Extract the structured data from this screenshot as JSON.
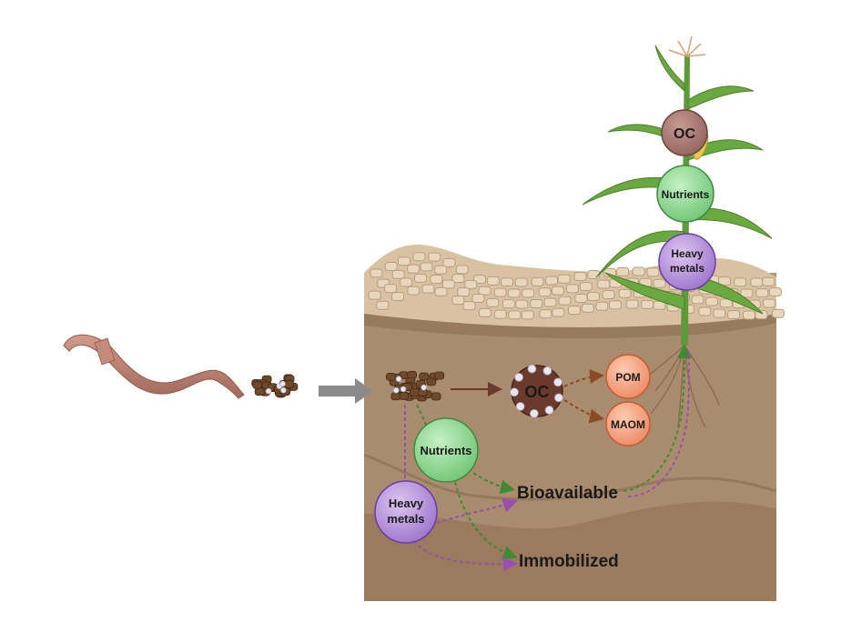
{
  "labels": {
    "plant_oc": "OC",
    "plant_nutrients": "Nutrients",
    "plant_heavy_line1": "Heavy",
    "plant_heavy_line2": "metals",
    "soil_oc": "OC",
    "pom": "POM",
    "maom": "MAOM",
    "soil_nutrients": "Nutrients",
    "soil_heavy_line1": "Heavy",
    "soil_heavy_line2": "metals",
    "bioavailable": "Bioavailable",
    "immobilized": "Immobilized"
  },
  "colors": {
    "oc_fill": "#a87a74",
    "oc_soil_fill": "#6b3a2c",
    "nutrients_fill": "#8fd694",
    "heavy_fill": "#b592d8",
    "pom_fill": "#f4a07e",
    "green_arrow": "#3f8a32",
    "purple_arrow": "#9a4fb0",
    "brown_arrow": "#8a4a26"
  },
  "icons": [
    "earthworm-icon",
    "cast-pellets-icon",
    "corn-plant-icon",
    "soil-profile-icon"
  ]
}
